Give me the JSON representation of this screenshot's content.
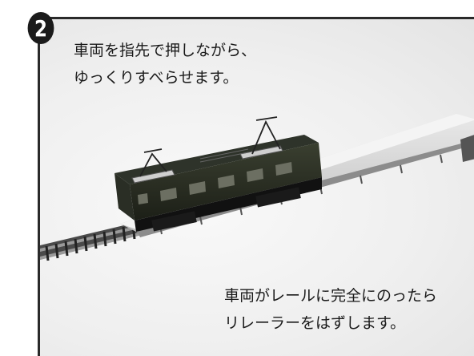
{
  "step": {
    "number": "2"
  },
  "caption_top": {
    "line1": "車両を指先で押しながら、",
    "line2": "ゆっくりすべらせます。"
  },
  "caption_bottom": {
    "line1": "車両がレールに完全にのったら",
    "line2": "リレーラーをはずします。"
  }
}
